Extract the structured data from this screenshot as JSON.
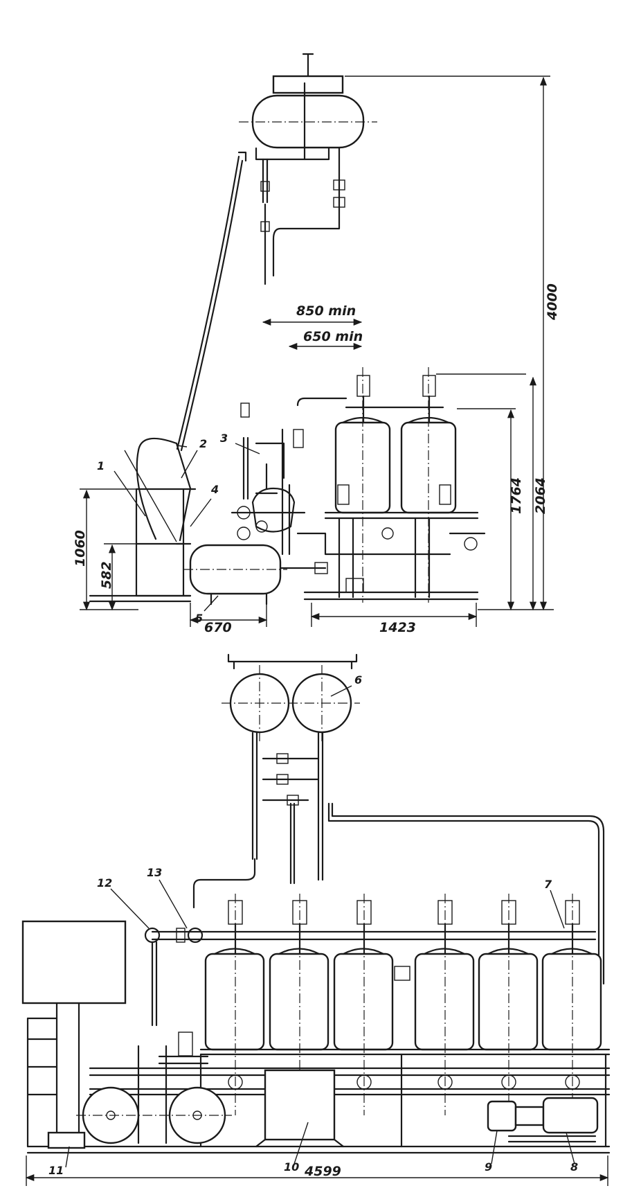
{
  "side_view": {
    "dimensions": {
      "total_height": "4000",
      "filter_top_height": "2064",
      "filter_body_height": "1764",
      "base_width": "1423",
      "tank_width": "670",
      "stand_height": "1060",
      "stand_low": "582",
      "gap_850": "850 min",
      "gap_650": "650 min"
    },
    "callouts": [
      "1",
      "2",
      "3",
      "4",
      "5"
    ]
  },
  "top_view": {
    "dimensions": {
      "total_length": "4599"
    },
    "callouts": [
      "6",
      "7",
      "8",
      "9",
      "10",
      "11",
      "12",
      "13"
    ]
  }
}
